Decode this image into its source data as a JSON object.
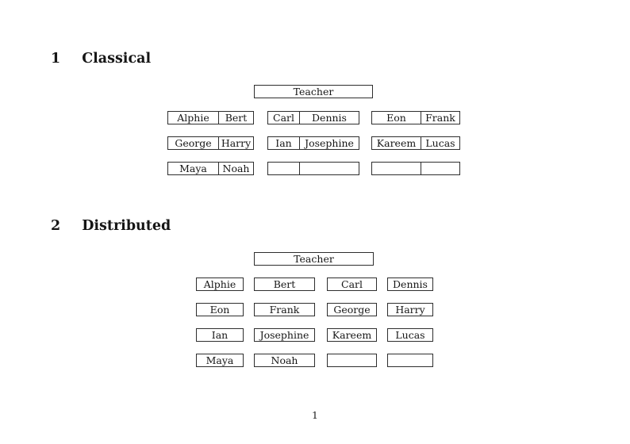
{
  "page": {
    "number": "1"
  },
  "classical": {
    "heading_number": "1",
    "heading_title": "Classical",
    "teacher_label": "Teacher",
    "desks": [
      [
        "Alphie",
        "Bert"
      ],
      [
        "Carl",
        "Dennis"
      ],
      [
        "Eon",
        "Frank"
      ],
      [
        "George",
        "Harry"
      ],
      [
        "Ian",
        "Josephine"
      ],
      [
        "Kareem",
        "Lucas"
      ],
      [
        "Maya",
        "Noah"
      ],
      [
        "",
        ""
      ],
      [
        "",
        ""
      ]
    ]
  },
  "distributed": {
    "heading_number": "2",
    "heading_title": "Distributed",
    "teacher_label": "Teacher",
    "desks": [
      "Alphie",
      "Bert",
      "Carl",
      "Dennis",
      "Eon",
      "Frank",
      "George",
      "Harry",
      "Ian",
      "Josephine",
      "Kareem",
      "Lucas",
      "Maya",
      "Noah",
      "",
      ""
    ]
  },
  "colors": {
    "border": "#2e2e2e",
    "text": "#161616",
    "background": "#ffffff"
  }
}
